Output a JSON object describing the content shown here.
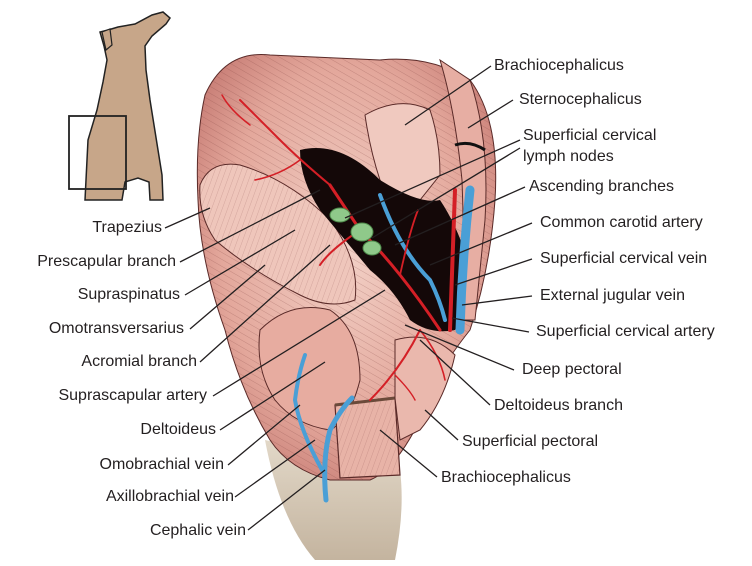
{
  "figure": {
    "subject": "Superficial structures of the canine neck and shoulder region",
    "inset": {
      "description": "Dog silhouette with box marking the shoulder region",
      "box_label": ""
    },
    "colors": {
      "artery": "#d41f26",
      "vein": "#4a9fd6",
      "lymph_node": "#8fc98a",
      "muscle": "#e9b4a8",
      "muscle_dark": "#c77f78",
      "skin": "#c9a88c",
      "line": "#231f20"
    }
  },
  "labels_right": [
    {
      "id": "brachiocephalicus-top",
      "text": "Brachiocephalicus"
    },
    {
      "id": "sternocephalicus",
      "text": "Sternocephalicus"
    },
    {
      "id": "superficial-cervical-lymph-nodes",
      "text": "Superficial cervical",
      "text2": "lymph nodes"
    },
    {
      "id": "ascending-branches",
      "text": "Ascending branches"
    },
    {
      "id": "common-carotid-artery",
      "text": "Common carotid artery"
    },
    {
      "id": "superficial-cervical-vein",
      "text": "Superficial cervical vein"
    },
    {
      "id": "external-jugular-vein",
      "text": "External jugular vein"
    },
    {
      "id": "superficial-cervical-artery",
      "text": "Superficial cervical artery"
    },
    {
      "id": "deep-pectoral",
      "text": "Deep pectoral"
    },
    {
      "id": "deltoideus-branch",
      "text": "Deltoideus branch"
    },
    {
      "id": "superficial-pectoral",
      "text": "Superficial pectoral"
    },
    {
      "id": "brachiocephalicus-bottom",
      "text": "Brachiocephalicus"
    }
  ],
  "labels_left": [
    {
      "id": "trapezius",
      "text": "Trapezius"
    },
    {
      "id": "prescapular-branch",
      "text": "Prescapular branch"
    },
    {
      "id": "supraspinatus",
      "text": "Supraspinatus"
    },
    {
      "id": "omotransversarius",
      "text": "Omotransversarius"
    },
    {
      "id": "acromial-branch",
      "text": "Acromial branch"
    },
    {
      "id": "suprascapular-artery",
      "text": "Suprascapular artery"
    },
    {
      "id": "deltoideus",
      "text": "Deltoideus"
    },
    {
      "id": "omobrachial-vein",
      "text": "Omobrachial vein"
    },
    {
      "id": "axillobrachial-vein",
      "text": "Axillobrachial vein"
    },
    {
      "id": "cephalic-vein",
      "text": "Cephalic vein"
    }
  ]
}
